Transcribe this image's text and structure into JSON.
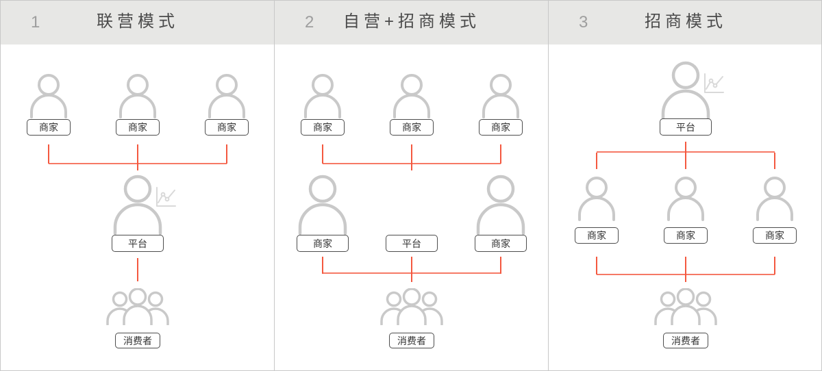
{
  "colors": {
    "line_red": "#f4583f",
    "icon_gray": "#c9c9c9",
    "chart_gray": "#d9d9d9",
    "header_bg": "#e7e7e5",
    "border_gray": "#c8c8c8",
    "box_border": "#4d4d4d",
    "text_dark": "#4a4a4a",
    "number_gray": "#9e9e9e"
  },
  "icons": {
    "merchant": "person-outline-icon",
    "platform": "person-outline-icon-with-chart",
    "consumer": "people-group-icon",
    "chart": "line-chart-trend-icon"
  },
  "panels": [
    {
      "number": "1",
      "title": "联营模式",
      "top_tags": [
        "商家",
        "商家",
        "商家"
      ],
      "platform_tag": "平台",
      "consumer_tag": "消费者"
    },
    {
      "number": "2",
      "title": "自营+招商模式",
      "top_tags": [
        "商家",
        "商家",
        "商家"
      ],
      "middle_tags": [
        "商家",
        "平台",
        "商家"
      ],
      "consumer_tag": "消费者"
    },
    {
      "number": "3",
      "title": "招商模式",
      "platform_tag": "平台",
      "merchant_tags": [
        "商家",
        "商家",
        "商家"
      ],
      "consumer_tag": "消费者"
    }
  ]
}
